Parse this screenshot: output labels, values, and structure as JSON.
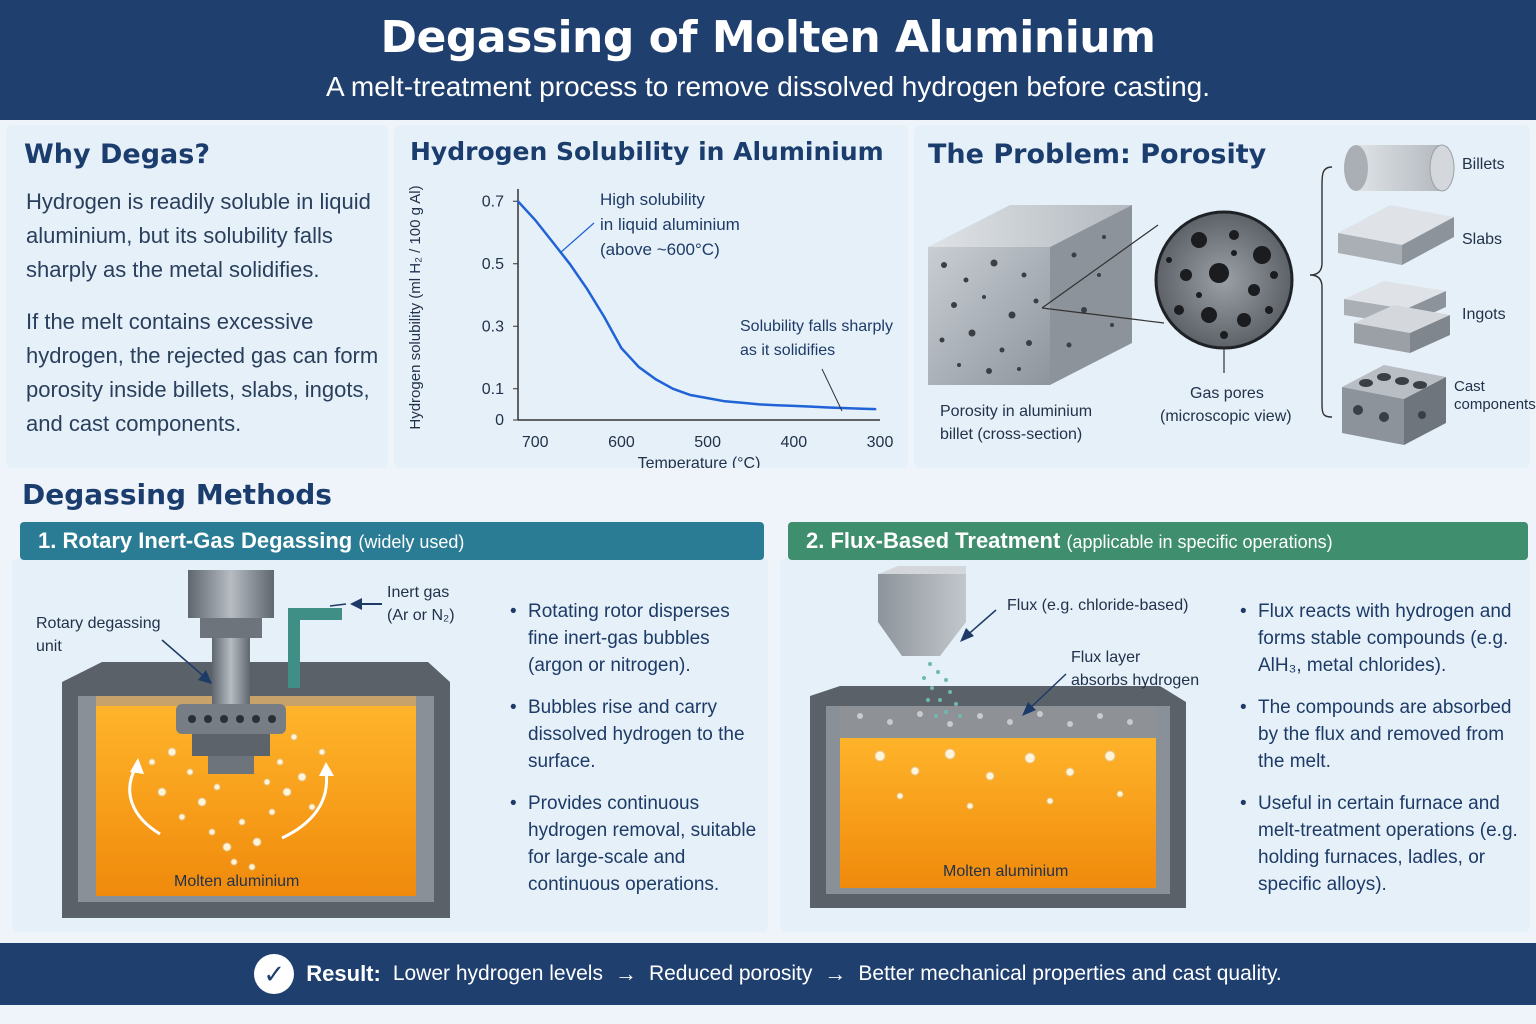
{
  "header": {
    "title": "Degassing of Molten Aluminium",
    "subtitle": "A melt-treatment process to remove dissolved hydrogen before casting."
  },
  "why": {
    "title": "Why Degas?",
    "para1": "Hydrogen is readily soluble in liquid aluminium, but its solubility falls sharply as the metal solidifies.",
    "para2": "If the melt contains excessive hydrogen, the rejected gas can form porosity inside billets, slabs, ingots, and cast components."
  },
  "solubility": {
    "title": "Hydrogen Solubility in Aluminium",
    "annotation_high": [
      "High solubility",
      "in liquid aluminium",
      "(above ~600°C)"
    ],
    "annotation_low": [
      "Solubility falls sharply",
      "as it solidifies"
    ]
  },
  "chart_data": {
    "type": "line",
    "xlabel": "Temperature (°C)",
    "ylabel": "Hydrogen solubility (ml H₂ / 100 g Al)",
    "x_ticks": [
      "700",
      "600",
      "500",
      "400",
      "300"
    ],
    "y_ticks": [
      "0.7",
      "0.5",
      "0.3",
      "0.1",
      "0"
    ],
    "xlim": [
      720,
      300
    ],
    "ylim": [
      0,
      0.72
    ],
    "series": [
      {
        "x": [
          720,
          700,
          680,
          660,
          640,
          620,
          600,
          580,
          560,
          540,
          520,
          500,
          480,
          460,
          440,
          420,
          400,
          380,
          360,
          340,
          320,
          305
        ],
        "y": [
          0.7,
          0.64,
          0.57,
          0.5,
          0.42,
          0.33,
          0.23,
          0.17,
          0.13,
          0.1,
          0.08,
          0.07,
          0.06,
          0.055,
          0.05,
          0.047,
          0.045,
          0.043,
          0.04,
          0.038,
          0.036,
          0.035
        ]
      }
    ],
    "grid": false,
    "color": "#1f63d6"
  },
  "porosity": {
    "title": "The Problem: Porosity",
    "billet_caption": [
      "Porosity in aluminium",
      "billet (cross-section)"
    ],
    "pores_caption": [
      "Gas pores",
      "(microscopic view)"
    ],
    "products": [
      "Billets",
      "Slabs",
      "Ingots",
      "Cast components"
    ]
  },
  "methods": {
    "title": "Degassing Methods",
    "rotary": {
      "heading": "1. Rotary Inert-Gas Degassing",
      "note": "(widely used)",
      "unit_label": [
        "Rotary degassing",
        "unit"
      ],
      "gas_label": [
        "Inert gas",
        "(Ar or N₂)"
      ],
      "melt_label": "Molten aluminium",
      "bullets": [
        "Rotating rotor disperses fine inert-gas bubbles (argon or nitrogen).",
        "Bubbles rise and carry dissolved hydrogen to the surface.",
        "Provides continuous hydrogen removal, suitable for large-scale and continuous operations."
      ]
    },
    "flux": {
      "heading": "2. Flux-Based Treatment",
      "note": "(applicable in specific operations)",
      "flux_label": "Flux (e.g. chloride-based)",
      "layer_label": [
        "Flux layer",
        "absorbs hydrogen"
      ],
      "melt_label": "Molten aluminium",
      "bullets": [
        "Flux reacts with hydrogen and forms stable compounds (e.g. AlH₃, metal chlorides).",
        "The compounds are absorbed by the flux and removed from the melt.",
        "Useful in certain furnace and melt-treatment operations (e.g. holding furnaces, ladles, or specific alloys)."
      ]
    }
  },
  "footer": {
    "result_label": "Result:",
    "step1": "Lower hydrogen levels",
    "step2": "Reduced porosity",
    "step3": "Better mechanical properties and cast quality.",
    "arrow": "→"
  },
  "colors": {
    "navy": "#1f3f6e",
    "teal": "#2a7c95",
    "green": "#3f8f6e",
    "melt": "#f5a11a"
  }
}
